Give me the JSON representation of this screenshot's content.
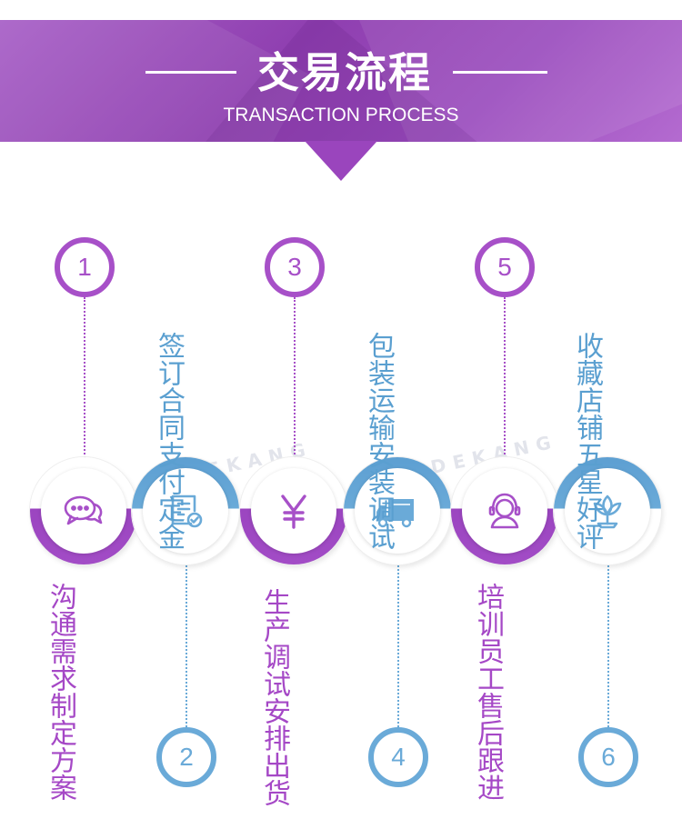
{
  "header": {
    "title_cn": "交易流程",
    "title_en": "TRANSACTION PROCESS"
  },
  "watermark": {
    "text_a": "FADEKANG",
    "text_b": "FADEKANG"
  },
  "steps": [
    {
      "number": "1",
      "color": "purple",
      "icon": "chat-bubbles-icon",
      "label": "沟通需求制定方案"
    },
    {
      "number": "2",
      "color": "blue",
      "icon": "contract-check-icon",
      "label": "签订合同支付定金"
    },
    {
      "number": "3",
      "color": "purple",
      "icon": "yen-icon",
      "label": "生产调试安排出货"
    },
    {
      "number": "4",
      "color": "blue",
      "icon": "truck-icon",
      "label": "包装运输安装调试"
    },
    {
      "number": "5",
      "color": "purple",
      "icon": "headset-icon",
      "label": "培训员工售后跟进"
    },
    {
      "number": "6",
      "color": "blue",
      "icon": "flower-icon",
      "label": "收藏店铺五星好评"
    }
  ],
  "colors": {
    "purple": "#a750c8",
    "blue": "#6aaad8"
  }
}
